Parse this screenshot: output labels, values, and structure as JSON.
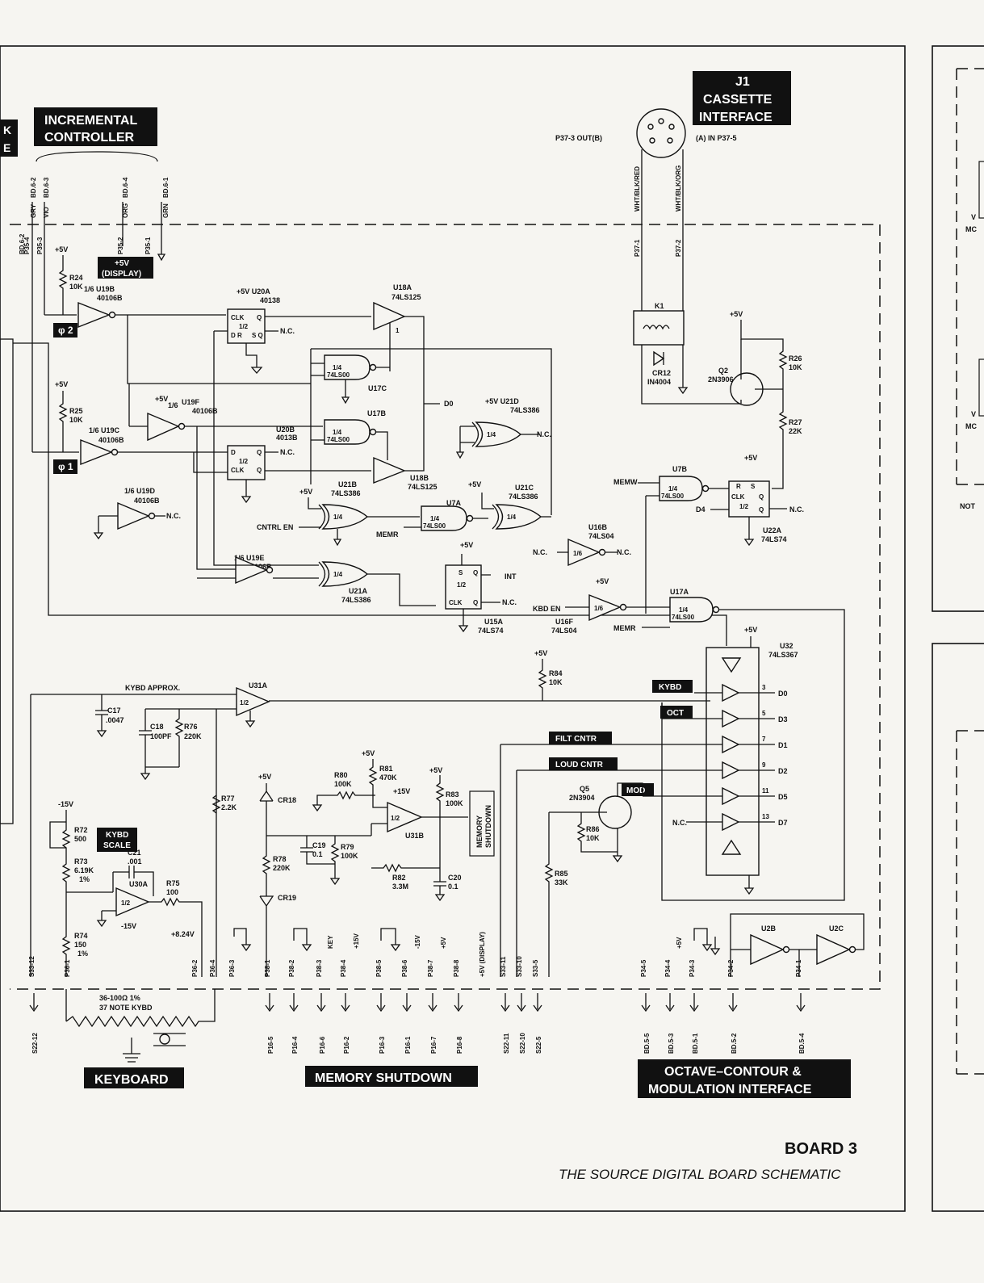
{
  "blocks": {
    "incremental": [
      "INCREMENTAL",
      "CONTROLLER"
    ],
    "cassette": [
      "J1",
      "CASSETTE",
      "INTERFACE"
    ],
    "keyboard": "KEYBOARD",
    "memory_shutdown": "MEMORY SHUTDOWN",
    "octave": [
      "OCTAVE–CONTOUR &",
      "MODULATION INTERFACE"
    ],
    "left_cut": [
      "K",
      "E"
    ]
  },
  "tags": {
    "plus5_display": [
      "+5V",
      "(DISPLAY)"
    ],
    "phi2": "φ 2",
    "phi1": "φ 1",
    "kybd_scale": [
      "KYBD",
      "SCALE"
    ],
    "kybd": "KYBD",
    "oct": "OCT",
    "filt": "FILT CNTR",
    "loud": "LOUD CNTR",
    "mod": "MOD"
  },
  "components": {
    "u19b": [
      "1/6 U19B",
      "40106B"
    ],
    "u19c": [
      "1/6 U19C",
      "40106B"
    ],
    "u19f": [
      "+5V",
      "1/6",
      "U19F",
      "40106B"
    ],
    "u19d": [
      "1/6 U19D",
      "40106B"
    ],
    "u19e": [
      "1/6 U19E",
      "40106B"
    ],
    "u20a": [
      "+5V  U20A",
      "40138"
    ],
    "u20b": [
      "U20B",
      "4013B"
    ],
    "u18a": [
      "U18A",
      "74LS125"
    ],
    "u18b": [
      "U18B",
      "74LS125"
    ],
    "u17c": "U17C",
    "u17b": "U17B",
    "u17a": "U17A",
    "u7a": "U7A",
    "u7b": "U7B",
    "u21d": [
      "+5V   U21D",
      "74LS386"
    ],
    "u21b": [
      "U21B",
      "74LS386"
    ],
    "u21c": [
      "U21C",
      "74LS386"
    ],
    "u21a": [
      "U21A",
      "74LS386"
    ],
    "u15a": [
      "U15A",
      "74LS74"
    ],
    "u22a": [
      "U22A",
      "74LS74"
    ],
    "u16b": [
      "U16B",
      "74LS04"
    ],
    "u16f": [
      "U16F",
      "74LS04"
    ],
    "u31a": "U31A",
    "u31b": "U31B",
    "u30a": "U30A",
    "u32": [
      "U32",
      "74LS367"
    ],
    "u2b": "U2B",
    "u2c": "U2C",
    "q2": [
      "Q2",
      "2N3906"
    ],
    "q5": [
      "Q5",
      "2N3904"
    ],
    "k1": "K1",
    "cr12": [
      "CR12",
      "IN4004"
    ],
    "r24": [
      "R24",
      "10K"
    ],
    "r25": [
      "R25",
      "10K"
    ],
    "r26": [
      "R26",
      "10K"
    ],
    "r27": [
      "R27",
      "22K"
    ],
    "r84": [
      "R84",
      "10K"
    ],
    "r76": [
      "R76",
      "220K"
    ],
    "r77": [
      "R77",
      "2.2K"
    ],
    "r72": [
      "R72",
      "500"
    ],
    "r73": [
      "R73",
      "6.19K",
      "1%"
    ],
    "r74": [
      "R74",
      "150",
      "1%"
    ],
    "r75": [
      "R75",
      "100"
    ],
    "r78": [
      "R78",
      "220K"
    ],
    "r79": [
      "R79",
      "100K"
    ],
    "r80": [
      "R80",
      "100K"
    ],
    "r81": [
      "R81",
      "470K"
    ],
    "r82": [
      "R82",
      "3.3M"
    ],
    "r83": [
      "R83",
      "100K"
    ],
    "r85": [
      "R85",
      "33K"
    ],
    "r86": [
      "R86",
      "10K"
    ],
    "c17": [
      "C17",
      ".0047"
    ],
    "c18": [
      "C18",
      "100PF"
    ],
    "c19": [
      "C19",
      "0.1"
    ],
    "c20": [
      "C20",
      "0.1"
    ],
    "c21": [
      "C21",
      ".001"
    ],
    "cr18": "CR18",
    "cr19": "CR19",
    "kybd_res": [
      "36-100Ω 1%",
      "37 NOTE KYBD"
    ]
  },
  "signals": {
    "d0": "D0",
    "d4": "D4",
    "nc": "N.C.",
    "cntrl_en": "CNTRL EN",
    "memr": "MEMR",
    "memw": "MEMW",
    "kbd_en": "KBD EN",
    "int": "INT",
    "kybd_approx": "KYBD APPROX.",
    "memory_shutdown_v": [
      "MEMORY",
      "SHUTDOWN"
    ],
    "out_b": "P37-3  OUT(B)",
    "in_a": "(A) IN   P37-5",
    "v8_24": "+8.24V",
    "plus5": "+5V",
    "minus15": "-15V",
    "plus15": "+15V",
    "u32_outputs": [
      "D0",
      "D3",
      "D1",
      "D2",
      "D5",
      "D7"
    ]
  },
  "connectors": {
    "top": [
      "BD.6-2",
      "BD.6-3",
      "BD.6-4",
      "BD.6-1"
    ],
    "top_colors": [
      "GRY",
      "VIO",
      "ORG",
      "GRN"
    ],
    "top_pins": [
      "P35-4",
      "P35-3",
      "P35-2",
      "P35-1"
    ],
    "cassette_wires": [
      "WHT/BLK/RED",
      "WHT/BLK/ORG"
    ],
    "cassette_pins": [
      "P37-1",
      "P37-2"
    ],
    "bottom_upper": [
      "S33-12",
      "P36-1",
      "P36-2",
      "P36-4",
      "P36-3",
      "P38-1",
      "P38-2",
      "P38-3",
      "P38-4",
      "P38-5",
      "P38-6",
      "P38-7",
      "P38-8",
      "S33-11",
      "S33-10",
      "S33-5",
      "P34-5",
      "P34-4",
      "P34-3",
      "P34-2",
      "P34-1"
    ],
    "bottom_lower": [
      "S22-12",
      "P16-5",
      "P16-4",
      "P16-6",
      "P16-2",
      "P16-3",
      "P16-1",
      "P16-7",
      "P16-8",
      "S22-11",
      "S22-10",
      "S22-5",
      "BD.5-5",
      "BD.5-3",
      "BD.5-1",
      "BD.5-2",
      "BD.5-4"
    ],
    "bottom_extra": [
      "KEY",
      "+15V",
      "-15V",
      "+5V",
      "+5V (DISPLAY)",
      "+5V"
    ]
  },
  "caption": {
    "title": "BOARD 3",
    "subtitle": "THE SOURCE DIGITAL BOARD SCHEMATIC"
  },
  "right_cut": [
    "V",
    "MC",
    "V",
    "MC",
    "NOT"
  ]
}
